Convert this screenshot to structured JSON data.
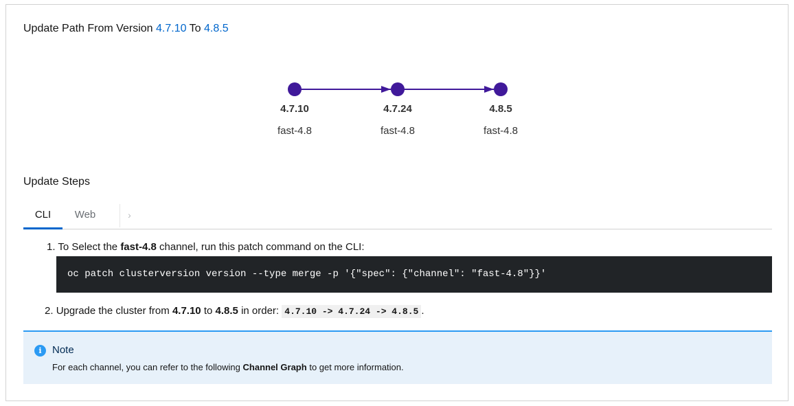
{
  "header": {
    "title_prefix": "Update Path From Version",
    "from_version": "4.7.10",
    "to_word": "To",
    "to_version": "4.8.5"
  },
  "graph": {
    "node_color": "#40199a",
    "nodes": [
      {
        "version": "4.7.10",
        "channel": "fast-4.8"
      },
      {
        "version": "4.7.24",
        "channel": "fast-4.8"
      },
      {
        "version": "4.8.5",
        "channel": "fast-4.8"
      }
    ]
  },
  "steps": {
    "title": "Update Steps",
    "tabs": [
      {
        "label": "CLI",
        "active": true
      },
      {
        "label": "Web",
        "active": false
      }
    ],
    "scroll_icon": "chevron-right-icon",
    "step1": {
      "number": "1.",
      "before": "To Select the",
      "channel": "fast-4.8",
      "after": "channel, run this patch command on the CLI:"
    },
    "command": "oc patch clusterversion version --type merge -p '{\"spec\": {\"channel\": \"fast-4.8\"}}'",
    "step2": {
      "number": "2.",
      "before": "Upgrade the cluster from",
      "from": "4.7.10",
      "middle": "to",
      "to": "4.8.5",
      "after": "in order:",
      "path": "4.7.10 -> 4.7.24 -> 4.8.5",
      "end": "."
    }
  },
  "note": {
    "icon": "info-icon",
    "title": "Note",
    "body_before": "For each channel, you can refer to the following",
    "body_link": "Channel Graph",
    "body_after": "to get more information."
  }
}
